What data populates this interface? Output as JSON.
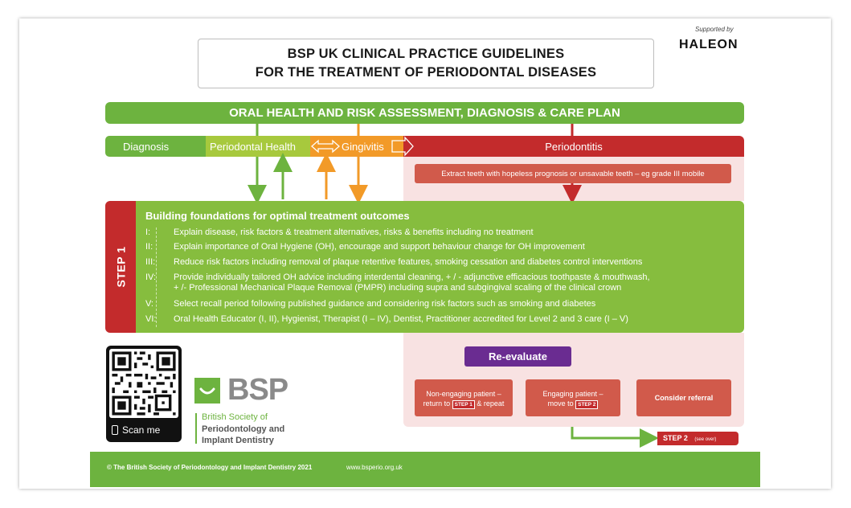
{
  "title": {
    "line1": "BSP UK CLINICAL PRACTICE GUIDELINES",
    "line2": "FOR THE TREATMENT OF PERIODONTAL DISEASES"
  },
  "sponsor": {
    "supported_by": "Supported by",
    "name": "HALEON"
  },
  "top_banner": "ORAL HEALTH AND RISK ASSESSMENT, DIAGNOSIS & CARE PLAN",
  "diagnosis_row": {
    "diagnosis": "Diagnosis",
    "periodontal_health": "Periodontal Health",
    "gingivitis": "Gingivitis",
    "periodontitis": "Periodontitis"
  },
  "extract_note": "Extract teeth with hopeless prognosis or unsavable teeth – eg grade III mobile",
  "step1": {
    "tab": "STEP 1",
    "heading": "Building foundations for optimal treatment outcomes",
    "items": [
      {
        "num": "I:",
        "text": "Explain disease, risk factors & treatment alternatives, risks & benefits including no treatment"
      },
      {
        "num": "II:",
        "text": "Explain importance of Oral Hygiene (OH), encourage and support behaviour change for OH improvement"
      },
      {
        "num": "III:",
        "text": "Reduce risk factors including removal of plaque retentive features, smoking cessation and diabetes control interventions"
      },
      {
        "num": "IV:",
        "text": "Provide individually tailored OH advice including interdental cleaning, + / - adjunctive efficacious toothpaste & mouthwash,",
        "text2": "+ /- Professional Mechanical Plaque Removal (PMPR) including supra and subgingival scaling of the clinical crown"
      },
      {
        "num": "V:",
        "text": "Select recall period following published guidance and considering risk factors such as smoking and diabetes"
      },
      {
        "num": "VI:",
        "text": "Oral Health Educator (I, II), Hygienist, Therapist (I – IV), Dentist, Practitioner accredited for Level 2 and 3 care (I – V)"
      }
    ]
  },
  "reevaluate": "Re-evaluate",
  "non_engaging": {
    "line1": "Non-engaging patient –",
    "line2a": "return to",
    "badge": "STEP 1",
    "line2b": "& repeat"
  },
  "engaging": {
    "line1": "Engaging patient –",
    "line2a": "move to",
    "badge": "STEP 2"
  },
  "referral": "Consider referral",
  "step2_link": {
    "label": "STEP 2",
    "note": "(see over)"
  },
  "qr": {
    "scan": "Scan me"
  },
  "bsp": {
    "logo": "BSP",
    "line1": "British Society of",
    "line2": "Periodontology and",
    "line3": "Implant Dentistry"
  },
  "footer": {
    "copyright": "© The British Society of Periodontology and Implant Dentistry 2021",
    "url": "www.bsperio.org.uk"
  },
  "colors": {
    "green": "#6db33f",
    "light_green": "#a7c93d",
    "orange": "#f29a28",
    "red": "#c32b2c",
    "purple": "#6a2c91",
    "pink_bg": "#f8e2e2"
  }
}
